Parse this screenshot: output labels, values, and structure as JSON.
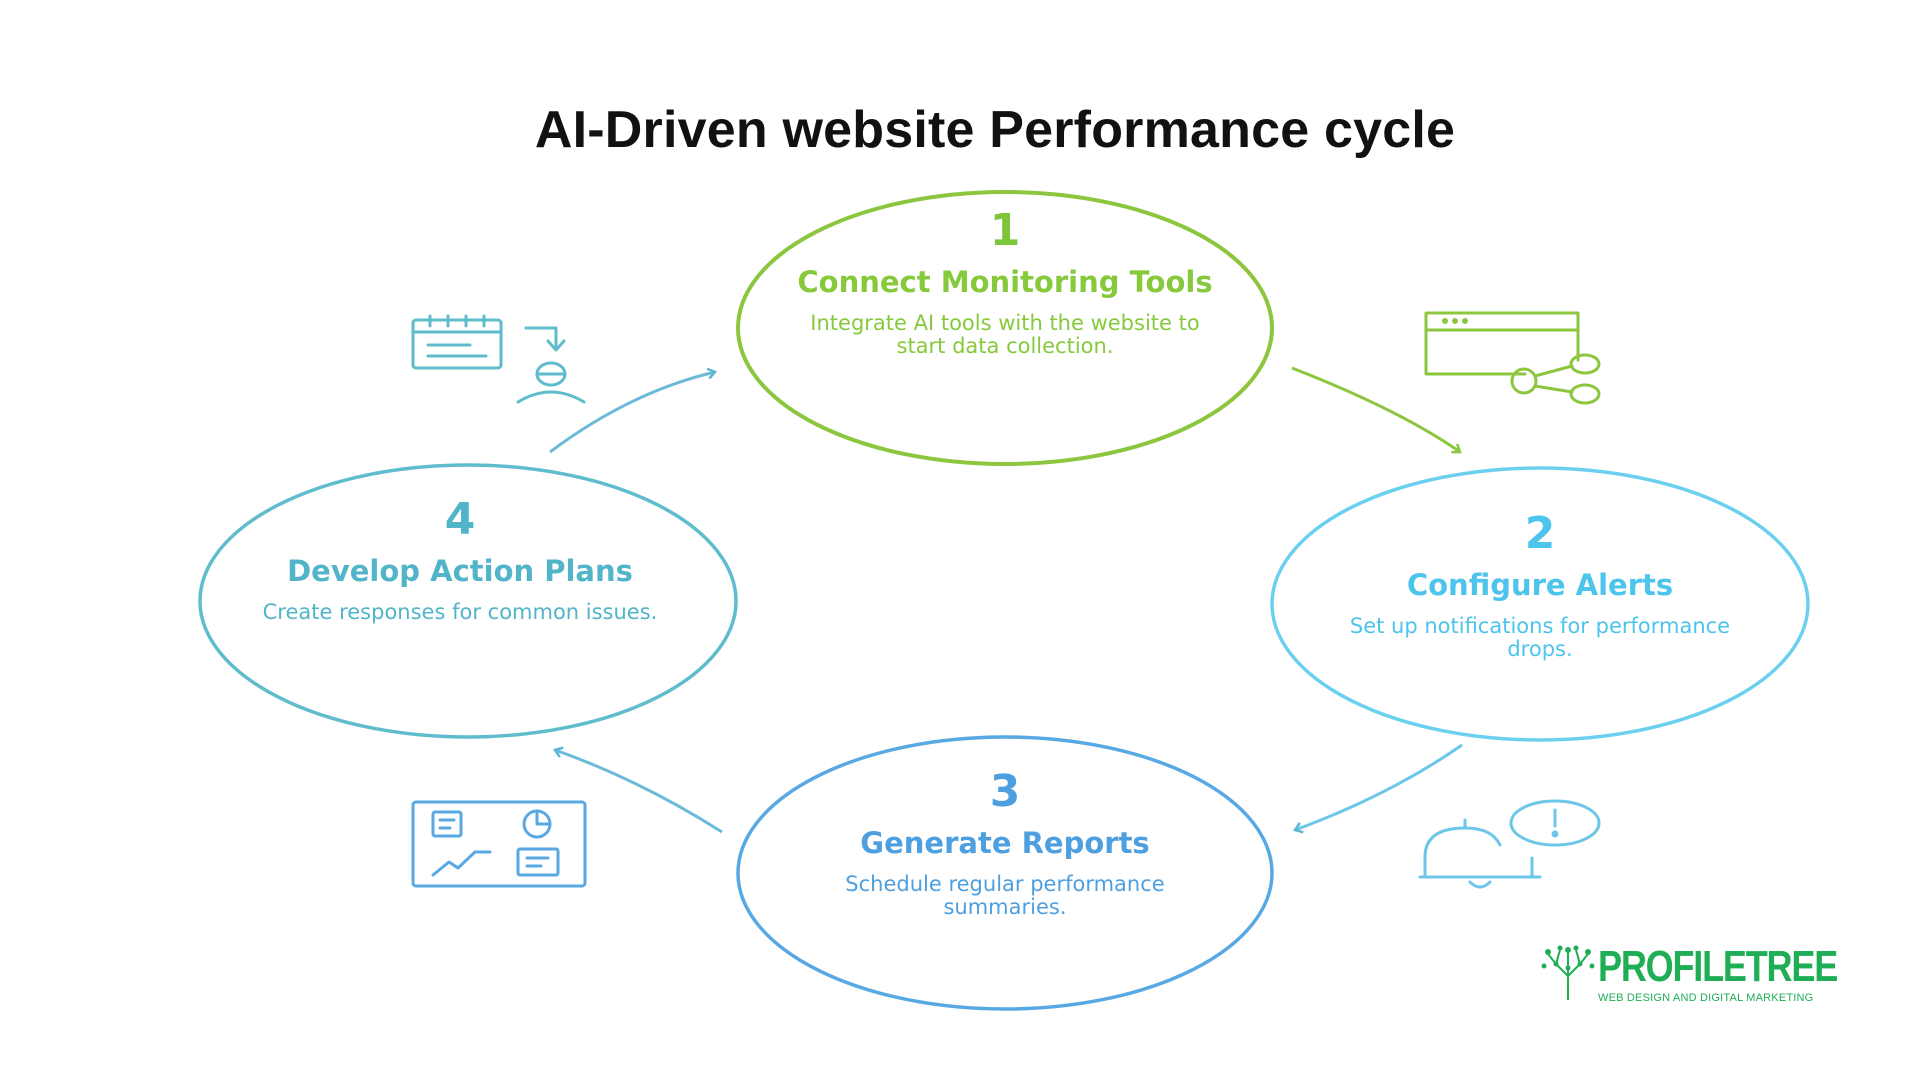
{
  "title": "AI-Driven website Performance cycle",
  "steps": [
    {
      "number": "1",
      "heading": "Connect Monitoring Tools",
      "description": "Integrate AI tools with the website to start data collection.",
      "color": "#86c93b"
    },
    {
      "number": "2",
      "heading": "Configure Alerts",
      "description": "Set up notifications for performance drops.",
      "color": "#4cc4ec"
    },
    {
      "number": "3",
      "heading": "Generate Reports",
      "description": "Schedule regular performance summaries.",
      "color": "#4d9fe0"
    },
    {
      "number": "4",
      "heading": "Develop Action Plans",
      "description": "Create responses for common issues.",
      "color": "#52b4c9"
    }
  ],
  "icons": {
    "step1": "calendar-user-icon",
    "step2": "browser-share-icon",
    "step3": "dashboard-report-icon",
    "step4": "bell-alert-icon"
  },
  "logo": {
    "name": "PROFILETREE",
    "tagline": "WEB DESIGN AND DIGITAL MARKETING",
    "color": "#1fae55"
  }
}
